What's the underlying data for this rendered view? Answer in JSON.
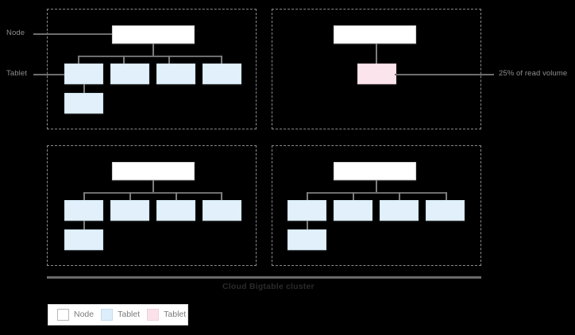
{
  "diagram": {
    "title_caption": "Cloud Bigtable cluster",
    "callouts": [
      {
        "id": "node",
        "label": "Node"
      },
      {
        "id": "tablet",
        "label": "Tablet"
      },
      {
        "id": "read-volume",
        "label": "25% of read volume"
      }
    ],
    "legend": {
      "items": [
        {
          "key": "node",
          "label": "Node",
          "color": "#ffffff",
          "swatch": "sw-node"
        },
        {
          "key": "tablet",
          "label": "Tablet",
          "color": "#ddeefb",
          "swatch": "sw-tablet"
        },
        {
          "key": "tablet-hot",
          "label": "Tablet",
          "color": "#fbe2ea",
          "swatch": "sw-hot"
        }
      ]
    },
    "nodes": [
      {
        "id": "node-top-left",
        "position": "top-left",
        "node_box": {
          "type": "node",
          "color": "#ffffff"
        },
        "tablets": [
          {
            "type": "tablet",
            "color": "#e1f0fb"
          },
          {
            "type": "tablet",
            "color": "#e1f0fb"
          },
          {
            "type": "tablet",
            "color": "#e1f0fb"
          },
          {
            "type": "tablet",
            "color": "#e1f0fb"
          },
          {
            "type": "tablet",
            "color": "#e1f0fb"
          }
        ],
        "tablet_count": 5
      },
      {
        "id": "node-top-right",
        "position": "top-right",
        "node_box": {
          "type": "node",
          "color": "#ffffff"
        },
        "tablets": [
          {
            "type": "tablet-hot",
            "color": "#fce4ec"
          }
        ],
        "tablet_count": 1
      },
      {
        "id": "node-bottom-left",
        "position": "bottom-left",
        "node_box": {
          "type": "node",
          "color": "#ffffff"
        },
        "tablets": [
          {
            "type": "tablet",
            "color": "#e1f0fb"
          },
          {
            "type": "tablet",
            "color": "#e1f0fb"
          },
          {
            "type": "tablet",
            "color": "#e1f0fb"
          },
          {
            "type": "tablet",
            "color": "#e1f0fb"
          },
          {
            "type": "tablet",
            "color": "#e1f0fb"
          }
        ],
        "tablet_count": 5
      },
      {
        "id": "node-bottom-right",
        "position": "bottom-right",
        "node_box": {
          "type": "node",
          "color": "#ffffff"
        },
        "tablets": [
          {
            "type": "tablet",
            "color": "#e1f0fb"
          },
          {
            "type": "tablet",
            "color": "#e1f0fb"
          },
          {
            "type": "tablet",
            "color": "#e1f0fb"
          },
          {
            "type": "tablet",
            "color": "#e1f0fb"
          },
          {
            "type": "tablet",
            "color": "#e1f0fb"
          }
        ],
        "tablet_count": 5
      }
    ],
    "colors": {
      "background": "#000000",
      "node_fill": "#ffffff",
      "tablet_fill": "#e1f0fb",
      "hot_tablet_fill": "#fce4ec",
      "panel_border": "#8a8a8a",
      "connector": "#6e6e6e",
      "label_text": "#8e8e8e",
      "caption_text": "#2a2a2a"
    }
  }
}
